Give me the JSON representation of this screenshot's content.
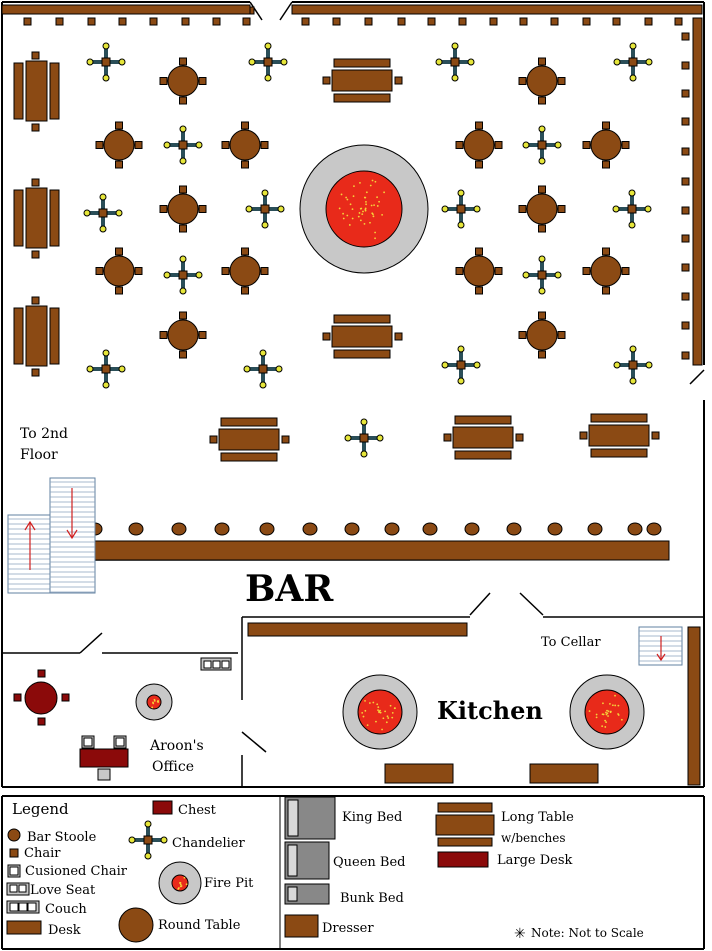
{
  "labels": {
    "to_2nd_floor_line1": "To 2nd",
    "to_2nd_floor_line2": "Floor",
    "bar": "BAR",
    "to_cellar": "To Cellar",
    "kitchen": "Kitchen",
    "office_line1": "Aroon's",
    "office_line2": "Office"
  },
  "legend": {
    "title": "Legend",
    "items": {
      "bar_stool": "Bar Stoole",
      "chair": "Chair",
      "cushioned_chair": "Cusioned Chair",
      "love_seat": "Love Seat",
      "couch": "Couch",
      "desk": "Desk",
      "chest": "Chest",
      "chandelier": "Chandelier",
      "fire_pit": "Fire Pit",
      "round_table": "Round Table",
      "king_bed": "King Bed",
      "queen_bed": "Queen Bed",
      "bunk_bed": "Bunk Bed",
      "dresser": "Dresser",
      "long_table_line1": "Long Table",
      "long_table_line2": "w/benches",
      "large_desk": "Large Desk"
    },
    "note": "Note: Not to Scale"
  },
  "colors": {
    "wood": "#8B4A14",
    "wall": "#000000",
    "fire": "#E82A1A",
    "fire_ring": "#C8C8C8",
    "large_desk": "#8B0A0A",
    "chandelier_arm": "#2A4E58",
    "chandelier_bulb": "#E6E63A"
  }
}
